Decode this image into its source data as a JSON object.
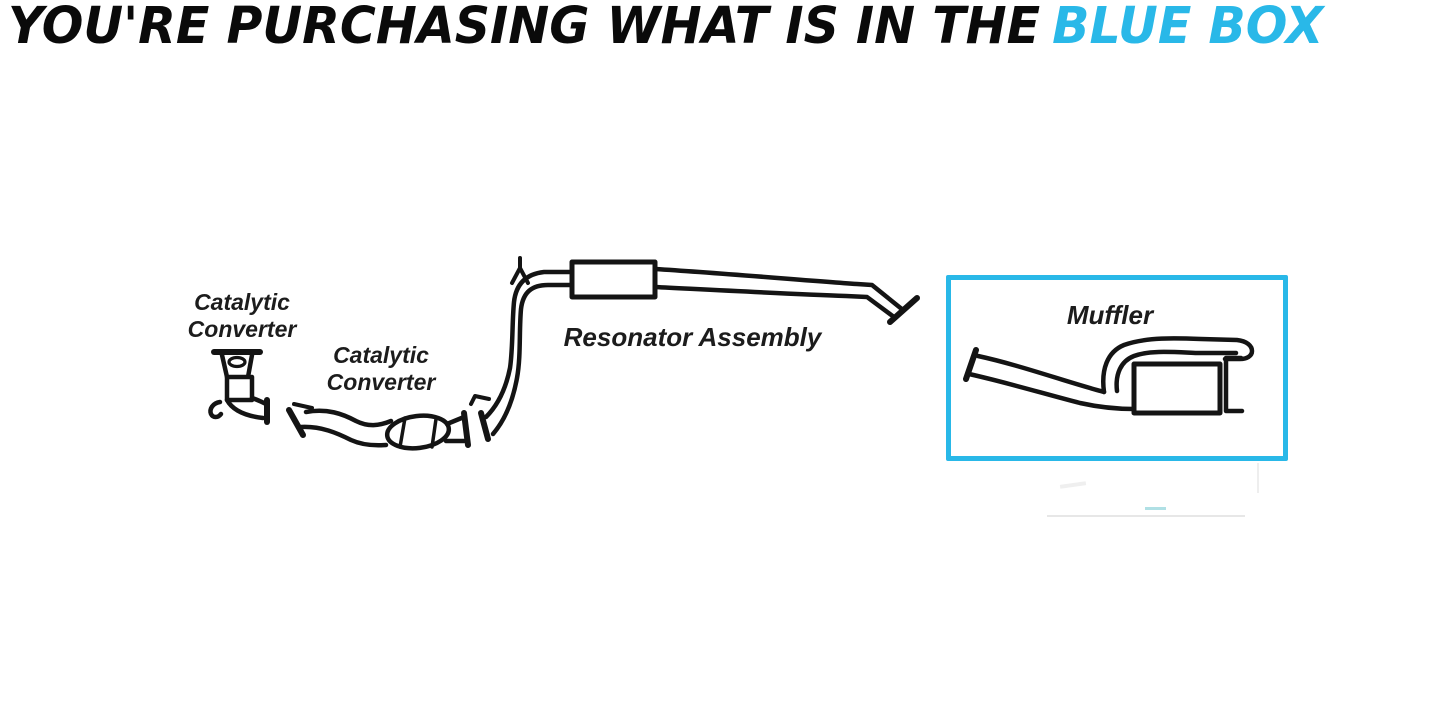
{
  "title": {
    "prefix": "YOU'RE PURCHASING WHAT IS IN THE",
    "highlight": "BLUE BOX"
  },
  "colors": {
    "title_black": "#0a0a0a",
    "highlight_blue": "#29b8e8",
    "line_art": "#141414",
    "label_text": "#1c1c1c"
  },
  "labels": {
    "front_catalytic_converter": {
      "line1": "Catalytic",
      "line2": "Converter"
    },
    "rear_catalytic_converter": {
      "line1": "Catalytic",
      "line2": "Converter"
    },
    "resonator_assembly": "Resonator Assembly",
    "muffler": "Muffler"
  },
  "highlighted_part": "Muffler"
}
